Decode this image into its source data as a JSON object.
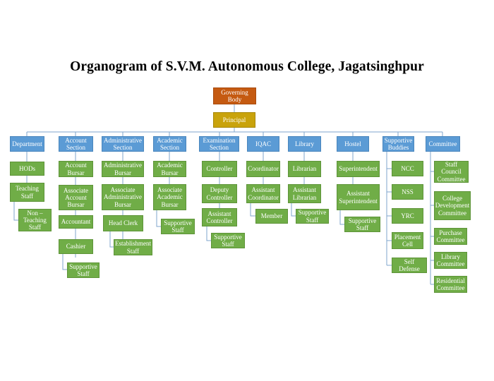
{
  "title": "Organogram of S.V.M. Autonomous College, Jagatsinghpur",
  "colors": {
    "governing": "#c55a11",
    "principal": "#c9a30c",
    "section": "#5b9bd5",
    "unit": "#70ad47",
    "line": "#7fa6cc"
  },
  "nodes": {
    "governing": "Governing Body",
    "principal": "Principal",
    "dept": "Department",
    "hods": "HODs",
    "teaching": "Teaching Staff",
    "nonteaching": "Non – Teaching Staff",
    "account": "Account Section",
    "acc_bursar": "Account Bursar",
    "assoc_acc_bursar": "Associate Account Bursar",
    "accountant": "Accountant",
    "cashier": "Cashier",
    "acc_supportive": "Supportive Staff",
    "admin": "Administrative Section",
    "admin_bursar": "Administrative Bursar",
    "assoc_admin_bursar": "Associate Administrative Bursar",
    "head_clerk": "Head Clerk",
    "establishment": "Establishment Staff",
    "academic": "Academic Section",
    "acad_bursar": "Academic Bursar",
    "assoc_acad_bursar": "Associate Academic Bursar",
    "acad_supportive": "Supportive Staff",
    "exam": "Examination Section",
    "controller": "Controller",
    "deputy_controller": "Deputy Controller",
    "asst_controller": "Assistant Controller",
    "exam_supportive": "Supportive Staff",
    "iqac": "IQAC",
    "coordinator": "Coordinator",
    "asst_coordinator": "Assistant Coordinator",
    "member": "Member",
    "library": "Library",
    "librarian": "Librarian",
    "asst_librarian": "Assistant Librarian",
    "lib_supportive": "Supportive Staff",
    "hostel": "Hostel",
    "superintendent": "Superintendent",
    "asst_superintendent": "Assistant Superintendent",
    "hostel_supportive": "Supportive Staff",
    "buddies": "Supportive Buddies",
    "ncc": "NCC",
    "nss": "NSS",
    "yrc": "YRC",
    "placement": "Placement Cell",
    "self_defense": "Self Defense",
    "committee": "Committee",
    "staff_council": "Staff Council Committee",
    "college_dev": "College Development Committee",
    "purchase": "Purchase Committee",
    "library_committee": "Library Committee",
    "residential": "Residential Committee"
  }
}
